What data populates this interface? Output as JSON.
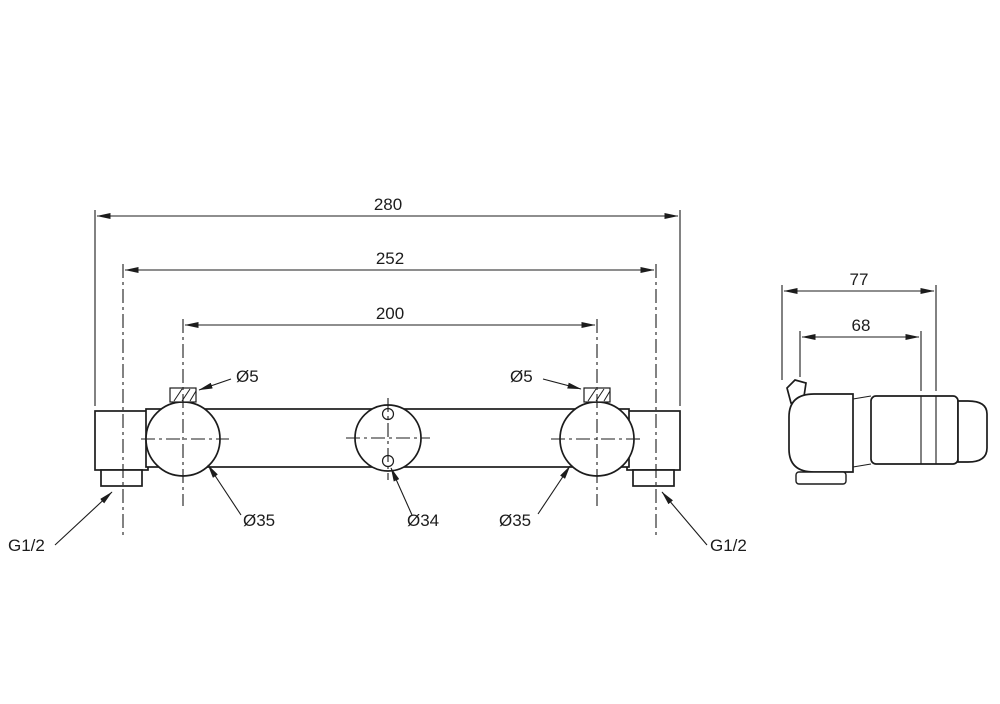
{
  "drawing": {
    "background": "#ffffff",
    "line_color": "#1c1c1c",
    "front_view": {
      "dim_overall": "280",
      "dim_fixing": "252",
      "dim_centers": "200",
      "hole_left": "Ø5",
      "hole_right": "Ø5",
      "dia_left": "Ø35",
      "dia_center": "Ø34",
      "dia_right": "Ø35",
      "thread_left": "G1/2",
      "thread_right": "G1/2"
    },
    "side_view": {
      "dim_depth": "77",
      "dim_inner": "68"
    }
  }
}
